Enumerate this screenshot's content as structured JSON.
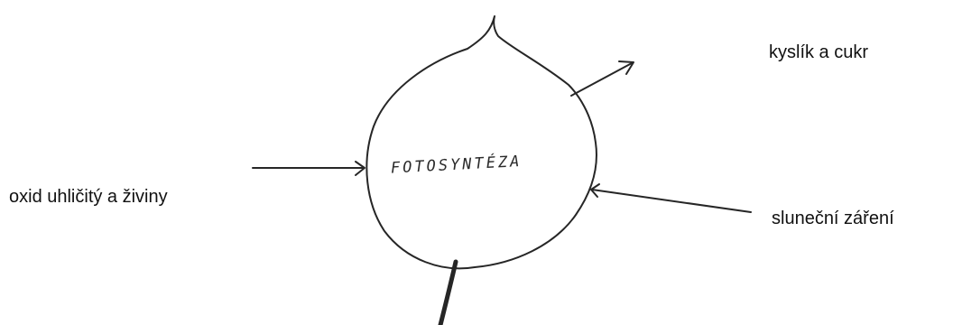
{
  "diagram": {
    "center_label": "FOTOSYNTÉZA",
    "output_label": "kyslík a cukr",
    "input_left_label": "oxid uhličitý a živiny",
    "input_right_label": "sluneční záření",
    "ink_color": "#262626",
    "shape_icon": "leaf-icon"
  }
}
